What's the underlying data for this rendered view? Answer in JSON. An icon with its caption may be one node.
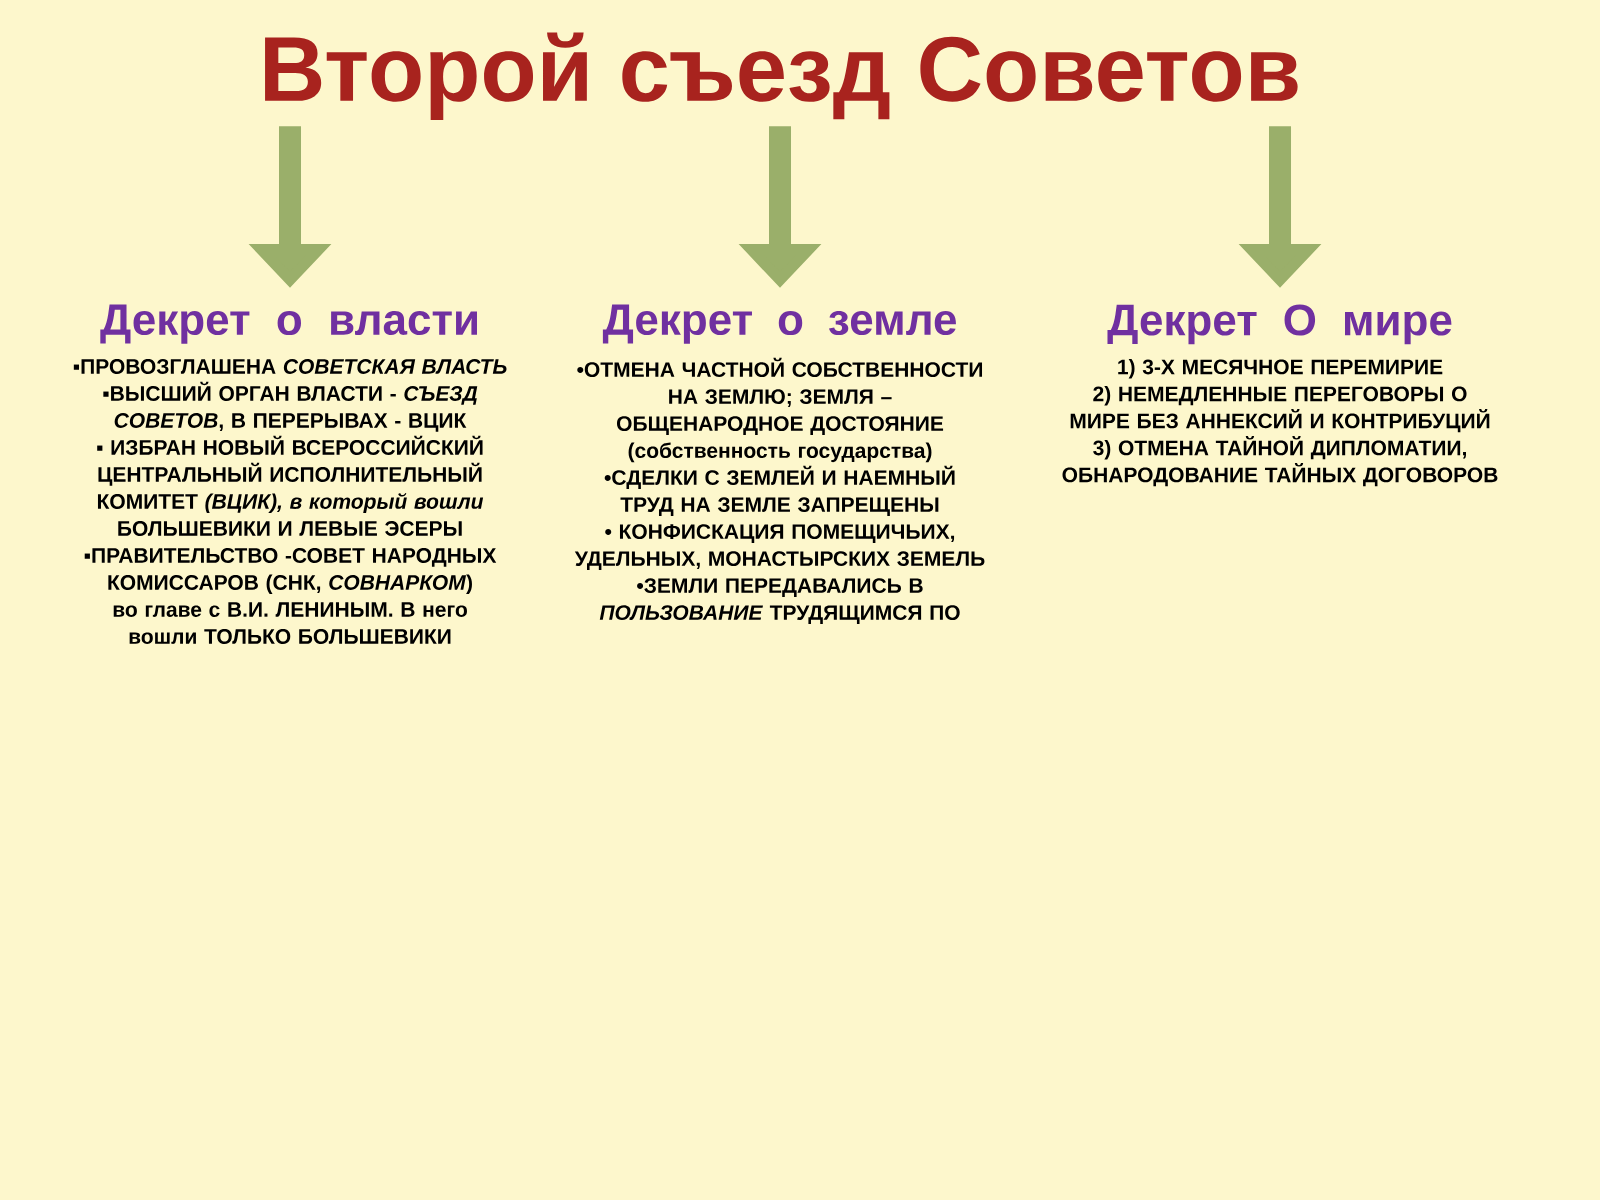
{
  "diagram": {
    "nodes": [
      {
        "text": [
          "Второй съезд Советов"
        ]
      },
      {
        "text": [
          "Декрет о власти",
          "▪ПРОВОЗГЛАШЕНА *СОВЕТСКАЯ ВЛАСТЬ*",
          "▪ВЫСШИЙ ОРГАН ВЛАСТИ - *СЪЕЗД СОВЕТОВ*, В ПЕРЕРЫВАХ - ВЦИК",
          "▪ ИЗБРАН НОВЫЙ ВСЕРОССИЙСКИЙ ЦЕНТРАЛЬНЫЙ ИСПОЛНИТЕЛЬНЫЙ КОМИТЕТ *(ВЦИК), в который вошли* БОЛЬШЕВИКИ И ЛЕВЫЕ ЭСЕРЫ",
          "▪ПРАВИТЕЛЬСТВО -СОВЕТ НАРОДНЫХ КОМИССАРОВ (СНК, *СОВНАРКОМ*) во главе с В.И. ЛЕНИНЫМ. В него вошли ТОЛЬКО БОЛЬШЕВИКИ"
        ]
      },
      {
        "text": [
          "Декрет о земле",
          "•ОТМЕНА ЧАСТНОЙ СОБСТВЕННОСТИ НА ЗЕМЛЮ; ЗЕМЛЯ – ОБЩЕНАРОДНОЕ ДОСТОЯНИЕ (собственность государства)",
          "•СДЕЛКИ С ЗЕМЛЕЙ И НАЕМНЫЙ ТРУД НА ЗЕМЛЕ ЗАПРЕЩЕНЫ",
          "• КОНФИСКАЦИЯ ПОМЕЩИЧЬИХ, УДЕЛЬНЫХ, МОНАСТЫРСКИХ ЗЕМЕЛЬ",
          "•ЗЕМЛИ ПЕРЕДАВАЛИСЬ В *ПОЛЬЗОВАНИЕ* ТРУДЯЩИМСЯ ПО"
        ]
      },
      {
        "text": [
          "Декрет О мире",
          "1) 3-Х МЕСЯЧНОЕ ПЕРЕМИРИЕ",
          "2) НЕМЕДЛЕННЫЕ ПЕРЕГОВОРЫ О МИРЕ БЕЗ АННЕКСИЙ И КОНТРИБУЦИЙ",
          "3) ОТМЕНА ТАЙНОЙ ДИПЛОМАТИИ, ОБНАРОДОВАНИЕ ТАЙНЫХ ДОГОВОРОВ"
        ]
      }
    ],
    "edges": [
      {
        "from": 0,
        "to": 1,
        "arrow": "to"
      },
      {
        "from": 0,
        "to": 2,
        "arrow": "to"
      },
      {
        "from": 0,
        "to": 3,
        "arrow": "to"
      }
    ]
  }
}
